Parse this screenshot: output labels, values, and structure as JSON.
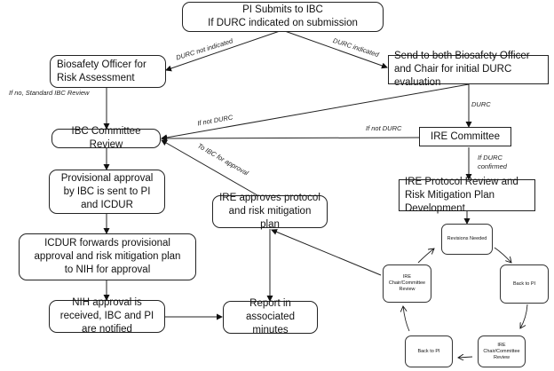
{
  "nodes": {
    "pi_submits": {
      "line1": "PI Submits to IBC",
      "line2": "If DURC indicated on submission"
    },
    "biosafety_officer": "Biosafety Officer for Risk Assessment",
    "send_both": "Send to both Biosafety Officer and Chair for initial DURC evaluation",
    "ibc_review": "IBC Committee Review",
    "ire_committee": "IRE Committee",
    "provisional_approval": "Provisional approval by IBC is sent to PI and ICDUR",
    "ire_approves": "IRE approves protocol and risk mitigation plan",
    "ire_protocol_review": "IRE Protocol Review and Risk Mitigation Plan Development",
    "icdur_forwards": "ICDUR forwards provisional approval and risk mitigation plan to NIH for approval",
    "nih_approval": "NIH approval is received, IBC and PI are notified",
    "report_minutes": "Report in associated minutes"
  },
  "cycle": {
    "revisions_needed": "Revisions Needed",
    "back_to_pi_1": "Back to PI",
    "ire_chair_review_1": "IRE Chair/Committee Review",
    "back_to_pi_2": "Back to PI",
    "ire_chair_review_2": "IRE Chair/Committee Review"
  },
  "edge_labels": {
    "durc_not_indicated": "DURC not indicated",
    "durc_indicated": "DURC indicated",
    "if_no_standard": "If no, Standard IBC Review",
    "if_not_durc_1": "If not DURC",
    "if_not_durc_2": "If not DURC",
    "durc": "DURC",
    "if_durc_confirmed_1": "If DURC",
    "if_durc_confirmed_2": "confirmed",
    "to_ibc_for_approval": "To IBC for approval"
  }
}
